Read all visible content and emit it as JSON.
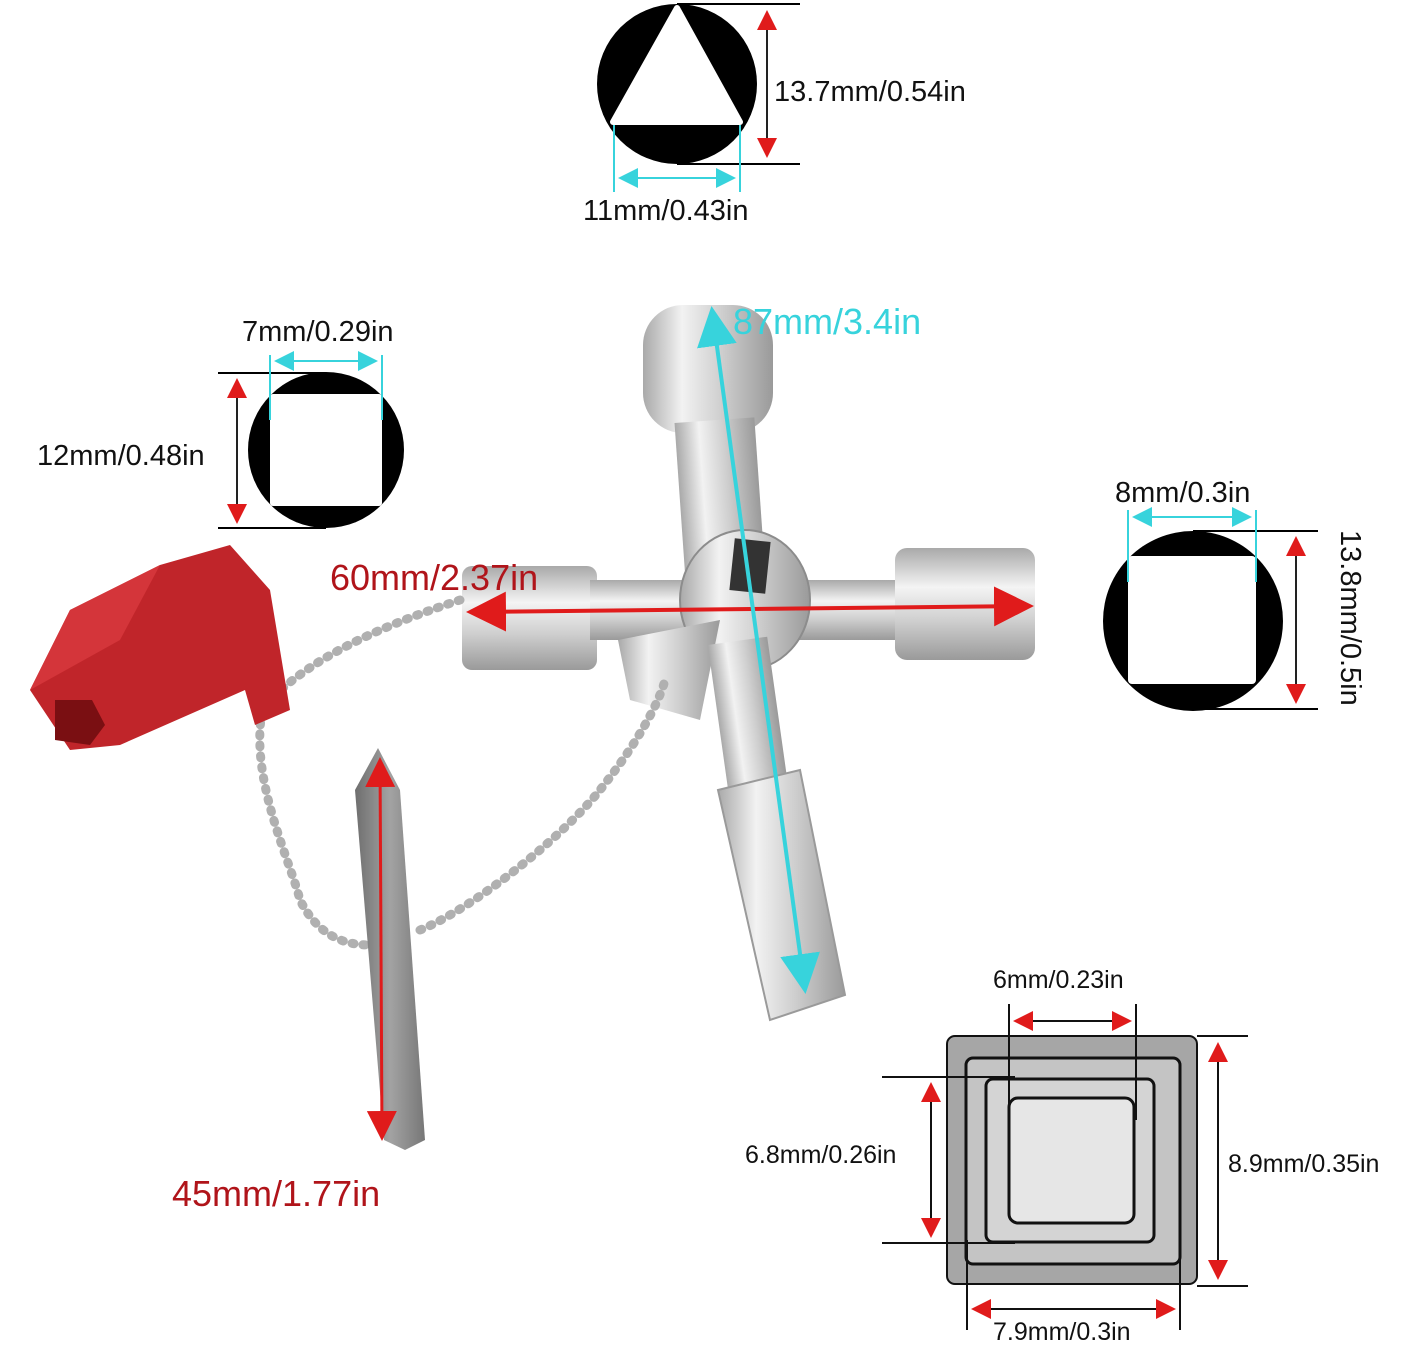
{
  "diagram": {
    "title": "Multi-function cross utility key dimensions",
    "colors": {
      "background": "#ffffff",
      "profile_fill": "#000000",
      "red_dimension": "#b0141a",
      "cyan_dimension": "#37d3dc",
      "chrome": "#c8c8c8",
      "red_adapter": "#c0252a",
      "bit_gray": "#8a8a8a"
    },
    "profiles": {
      "triangle": {
        "height": "13.7mm/0.54in",
        "width": "11mm/0.43in"
      },
      "square_small": {
        "width": "7mm/0.29in",
        "height": "12mm/0.48in"
      },
      "square_large": {
        "width": "8mm/0.3in",
        "height": "13.8mm/0.5in"
      },
      "stepped_square": {
        "inner_width": "6mm/0.23in",
        "mid_height": "6.8mm/0.26in",
        "outer_height": "8.9mm/0.35in",
        "outer_width": "7.9mm/0.3in"
      }
    },
    "key": {
      "length": "87mm/3.4in",
      "width": "60mm/2.37in"
    },
    "bit": {
      "length": "45mm/1.77in"
    }
  }
}
